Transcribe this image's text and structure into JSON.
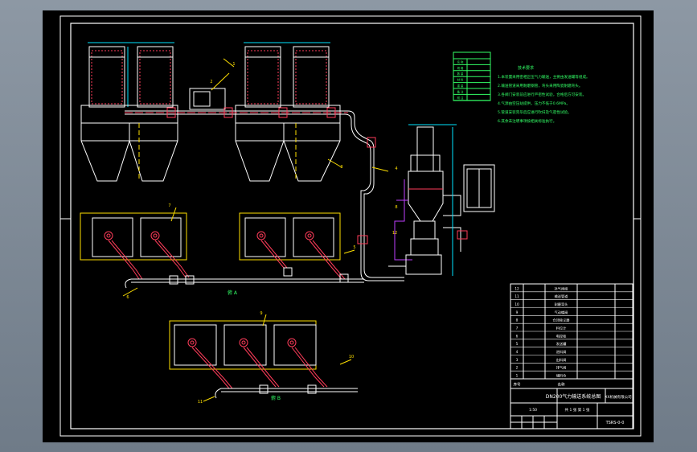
{
  "viewport": {
    "background": "#7e8a97",
    "sheet_color": "#000000"
  },
  "colors": {
    "frame": "#ffffff",
    "equipment": "#ffffff",
    "pipe": "#ff3c5a",
    "aux": "#c040ff",
    "leader": "#ffe000",
    "note": "#33ff66",
    "duct": "#00e5ff"
  },
  "labels": {
    "view_a": "俯 A",
    "view_b": "俯 B",
    "drawing_no": "TSRS-0-0",
    "title_block": "DN200气力输送系统总图",
    "company": "XX机械有限公司",
    "scale": "1:50",
    "sheet_info": "共 1 张 第 1 张",
    "col_seq": "序号",
    "col_name": "名称"
  },
  "part_numbers": [
    "1",
    "2",
    "3",
    "4",
    "5",
    "6",
    "7",
    "8",
    "9",
    "10",
    "11",
    "12"
  ],
  "notes": {
    "title": "技术要求",
    "lines": [
      "1.本装置采用密相正压气力输送，主要由发送罐等组成。",
      "2.输送管道采用耐磨钢管，弯头采用陶瓷耐磨弯头。",
      "3.各阀门安装前应进行严密性试验，合格后方可安装。",
      "4.气源由空压站提供，压力不低于0.6MPa。",
      "5.管道安装完毕后应进行吹扫及气密性试验。",
      "6.其余未注明事项按相关标准执行。"
    ]
  },
  "legend_table": {
    "rows": [
      "名  称",
      "规  格",
      "数  量",
      "材  料",
      "重  量",
      "备  注",
      "附  注"
    ]
  },
  "bom": {
    "rows": [
      {
        "no": "12",
        "name": "补气阀组"
      },
      {
        "no": "11",
        "name": "输送管道"
      },
      {
        "no": "10",
        "name": "耐磨弯头"
      },
      {
        "no": "9",
        "name": "气动蝶阀"
      },
      {
        "no": "8",
        "name": "仓顶除尘器"
      },
      {
        "no": "7",
        "name": "料位计"
      },
      {
        "no": "6",
        "name": "电控柜"
      },
      {
        "no": "5",
        "name": "发送罐"
      },
      {
        "no": "4",
        "name": "进料阀"
      },
      {
        "no": "3",
        "name": "出料阀"
      },
      {
        "no": "2",
        "name": "排气阀"
      },
      {
        "no": "1",
        "name": "储料仓"
      }
    ]
  }
}
